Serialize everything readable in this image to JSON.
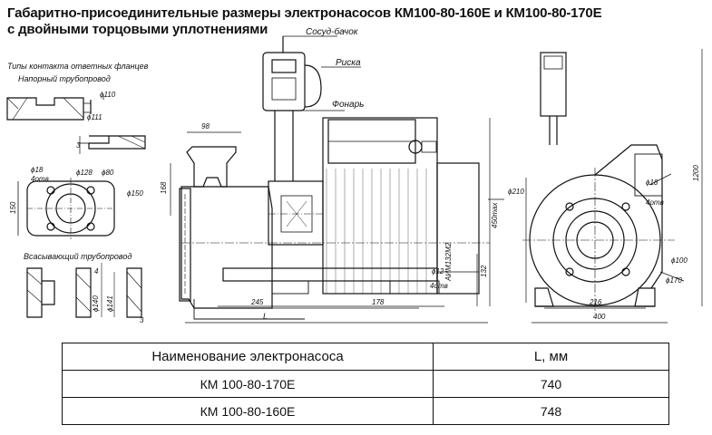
{
  "header": {
    "title_line1": "Габаритно-присоединительные размеры электронасосов КМ100-80-160Е и КМ100-80-170Е",
    "title_line2": "с двойными торцовыми уплотнениями"
  },
  "labels": {
    "vessel": "Сосуд-бачок",
    "risk": "Риска",
    "lantern": "Фонарь",
    "motor": "АИМ132М2",
    "flange_types_1": "Типы контакта ответных фланцев",
    "flange_types_2": "Напорный трубопровод",
    "suction": "Всасывающий трубопровод"
  },
  "dimensions": {
    "d98": "98",
    "d168": "168",
    "d245": "245",
    "d178": "178",
    "dL": "L",
    "d450": "450max",
    "d132": "132",
    "d12": "ϕ12",
    "d4otv": "4отв",
    "d210": "ϕ210",
    "d1200": "1200",
    "d216": "216",
    "d400": "400",
    "d18r": "ϕ18",
    "d4otv_r": "4отв",
    "d100r": "ϕ100",
    "d170r": "ϕ170",
    "d110": "ϕ110",
    "d111": "ϕ111",
    "d3": "3",
    "d18l": "ϕ18",
    "d4otv_l": "4отв",
    "d128": "ϕ128",
    "d80": "ϕ80",
    "d150": "ϕ150",
    "d150v": "150",
    "d4": "4",
    "d140": "ϕ140",
    "d141": "ϕ141",
    "d3b": "3"
  },
  "table": {
    "headers": [
      "Наименование электронасоса",
      "L, мм"
    ],
    "rows": [
      [
        "КМ 100-80-170Е",
        "740"
      ],
      [
        "КМ 100-80-160Е",
        "748"
      ]
    ]
  }
}
